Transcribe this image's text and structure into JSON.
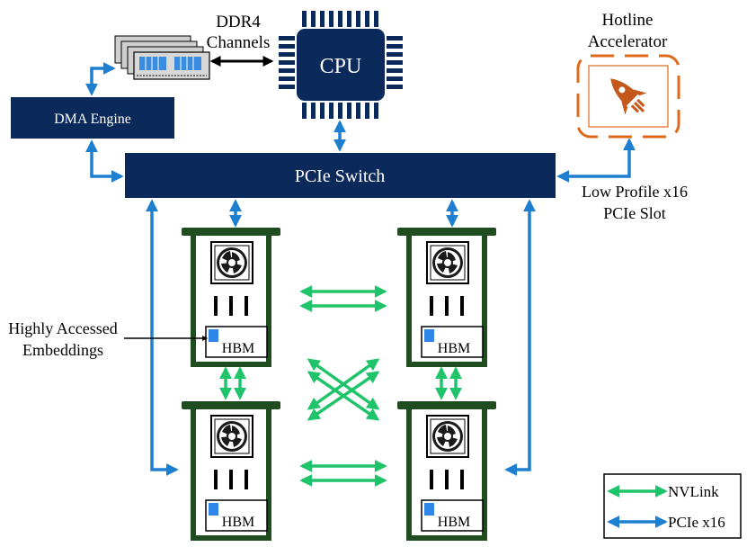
{
  "colors": {
    "navy": "#0b2a5b",
    "blue_link": "#1e7fd0",
    "green_link": "#1fc36a",
    "gpu_border": "#1f4d1f",
    "accelerator": "#e06a1b",
    "hbm_blue": "#2f86e8",
    "dimm_stick": "#cfcfcf",
    "dimm_chip": "#3a8ce0"
  },
  "labels": {
    "ddr4": "DDR4",
    "channels": "Channels",
    "cpu": "CPU",
    "hotline": "Hotline",
    "accelerator": "Accelerator",
    "dma_engine": "DMA Engine",
    "pcie_switch": "PCIe Switch",
    "low_profile": "Low Profile x16",
    "pcie_slot": "PCIe Slot",
    "highly_accessed": "Highly Accessed",
    "embeddings": "Embeddings"
  },
  "gpus": [
    {
      "id": "gpu-top-left",
      "hbm": "HBM"
    },
    {
      "id": "gpu-top-right",
      "hbm": "HBM"
    },
    {
      "id": "gpu-bottom-left",
      "hbm": "HBM"
    },
    {
      "id": "gpu-bottom-right",
      "hbm": "HBM"
    }
  ],
  "legend": {
    "nvlink": "NVLink",
    "pcie": "PCIe x16"
  },
  "icons": {
    "cpu": "cpu-chip-icon",
    "memory": "dram-modules-icon",
    "accelerator": "rocket-icon",
    "fan": "fan-icon"
  }
}
